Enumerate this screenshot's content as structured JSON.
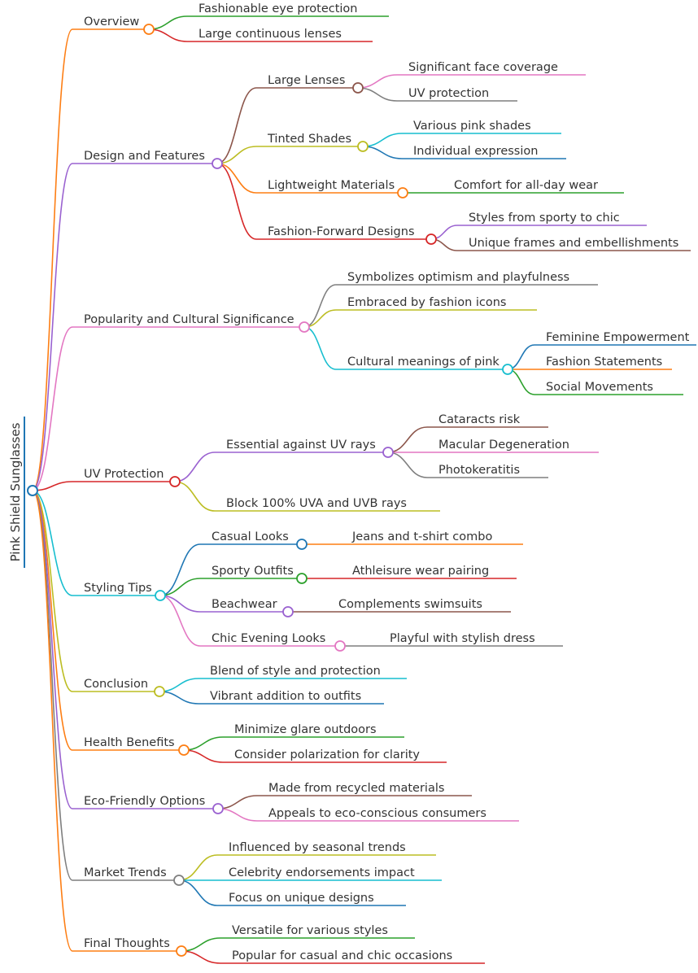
{
  "root": "Pink Shield Sunglasses",
  "colors": {
    "orange": "#fd7e14",
    "purple": "#9a62d0",
    "pink": "#e377c2",
    "red": "#d62728",
    "cyan": "#17becf",
    "olive": "#bcbd22",
    "brown": "#8c564b",
    "gray": "#7f7f7f",
    "green": "#2ca02c",
    "blue": "#1f77b4",
    "root_line": "#1f77b4"
  },
  "branches": [
    {
      "label": "Overview",
      "color": "orange",
      "children": [
        {
          "label": "Fashionable eye protection",
          "color": "green"
        },
        {
          "label": "Large continuous lenses",
          "color": "red"
        }
      ]
    },
    {
      "label": "Design and Features",
      "color": "purple",
      "children": [
        {
          "label": "Large Lenses",
          "color": "brown",
          "children": [
            {
              "label": "Significant face coverage",
              "color": "pink"
            },
            {
              "label": "UV protection",
              "color": "gray"
            }
          ]
        },
        {
          "label": "Tinted Shades",
          "color": "olive",
          "children": [
            {
              "label": "Various pink shades",
              "color": "cyan"
            },
            {
              "label": "Individual expression",
              "color": "blue"
            }
          ]
        },
        {
          "label": "Lightweight Materials",
          "color": "orange",
          "children": [
            {
              "label": "Comfort for all-day wear",
              "color": "green"
            }
          ]
        },
        {
          "label": "Fashion-Forward Designs",
          "color": "red",
          "children": [
            {
              "label": "Styles from sporty to chic",
              "color": "purple"
            },
            {
              "label": "Unique frames and embellishments",
              "color": "brown"
            }
          ]
        }
      ]
    },
    {
      "label": "Popularity and Cultural Significance",
      "color": "pink",
      "children": [
        {
          "label": "Symbolizes optimism and playfulness",
          "color": "gray"
        },
        {
          "label": "Embraced by fashion icons",
          "color": "olive"
        },
        {
          "label": "Cultural meanings of pink",
          "color": "cyan",
          "children": [
            {
              "label": "Feminine Empowerment",
              "color": "blue"
            },
            {
              "label": "Fashion Statements",
              "color": "orange"
            },
            {
              "label": "Social Movements",
              "color": "green"
            }
          ]
        }
      ]
    },
    {
      "label": "UV Protection",
      "color": "red",
      "children": [
        {
          "label": "Essential against UV rays",
          "color": "purple",
          "children": [
            {
              "label": "Cataracts risk",
              "color": "brown"
            },
            {
              "label": "Macular Degeneration",
              "color": "pink"
            },
            {
              "label": "Photokeratitis",
              "color": "gray"
            }
          ]
        },
        {
          "label": "Block 100% UVA and UVB rays",
          "color": "olive"
        }
      ]
    },
    {
      "label": "Styling Tips",
      "color": "cyan",
      "children": [
        {
          "label": "Casual Looks",
          "color": "blue",
          "children": [
            {
              "label": "Jeans and t-shirt combo",
              "color": "orange"
            }
          ]
        },
        {
          "label": "Sporty Outfits",
          "color": "green",
          "children": [
            {
              "label": "Athleisure wear pairing",
              "color": "red"
            }
          ]
        },
        {
          "label": "Beachwear",
          "color": "purple",
          "children": [
            {
              "label": "Complements swimsuits",
              "color": "brown"
            }
          ]
        },
        {
          "label": "Chic Evening Looks",
          "color": "pink",
          "children": [
            {
              "label": "Playful with stylish dress",
              "color": "gray"
            }
          ]
        }
      ]
    },
    {
      "label": "Conclusion",
      "color": "olive",
      "children": [
        {
          "label": "Blend of style and protection",
          "color": "cyan"
        },
        {
          "label": "Vibrant addition to outfits",
          "color": "blue"
        }
      ]
    },
    {
      "label": "Health Benefits",
      "color": "orange",
      "children": [
        {
          "label": "Minimize glare outdoors",
          "color": "green"
        },
        {
          "label": "Consider polarization for clarity",
          "color": "red"
        }
      ]
    },
    {
      "label": "Eco-Friendly Options",
      "color": "purple",
      "children": [
        {
          "label": "Made from recycled materials",
          "color": "brown"
        },
        {
          "label": "Appeals to eco-conscious consumers",
          "color": "pink"
        }
      ]
    },
    {
      "label": "Market Trends",
      "color": "gray",
      "children": [
        {
          "label": "Influenced by seasonal trends",
          "color": "olive"
        },
        {
          "label": "Celebrity endorsements impact",
          "color": "cyan"
        },
        {
          "label": "Focus on unique designs",
          "color": "blue"
        }
      ]
    },
    {
      "label": "Final Thoughts",
      "color": "orange",
      "children": [
        {
          "label": "Versatile for various styles",
          "color": "green"
        },
        {
          "label": "Popular for casual and chic occasions",
          "color": "red"
        }
      ]
    }
  ]
}
